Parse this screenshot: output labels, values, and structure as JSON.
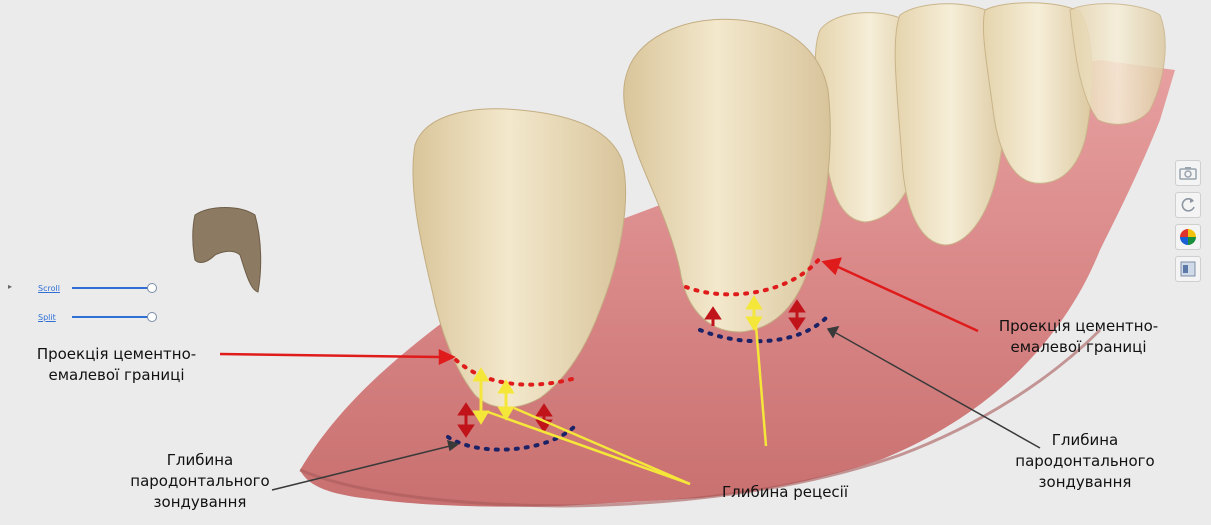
{
  "annotations": {
    "cej_left": [
      "Проекція цементно-",
      "емалевої границі"
    ],
    "cej_right": [
      "Проекція цементно-",
      "емалевої границі"
    ],
    "probing_left": [
      "Глибина",
      "пародонтального",
      "зондування"
    ],
    "probing_right": [
      "Глибина",
      "пародонтального",
      "зондування"
    ],
    "recession": "Глибина рецесії"
  },
  "sliders": [
    {
      "label": "Scroll",
      "value": 1.0
    },
    {
      "label": "Split",
      "value": 1.0
    }
  ],
  "toolbar": {
    "buttons": [
      {
        "icon": "camera-icon"
      },
      {
        "icon": "rotate-icon"
      },
      {
        "icon": "color-wheel-icon"
      },
      {
        "icon": "window-icon"
      }
    ]
  },
  "colors": {
    "cej_marker": "#e01b1b",
    "probing_marker": "#1c2266",
    "recession_marker": "#f5e63a",
    "gum": "#d98787",
    "tooth": "#eadcb8",
    "background": "#ebebeb"
  }
}
